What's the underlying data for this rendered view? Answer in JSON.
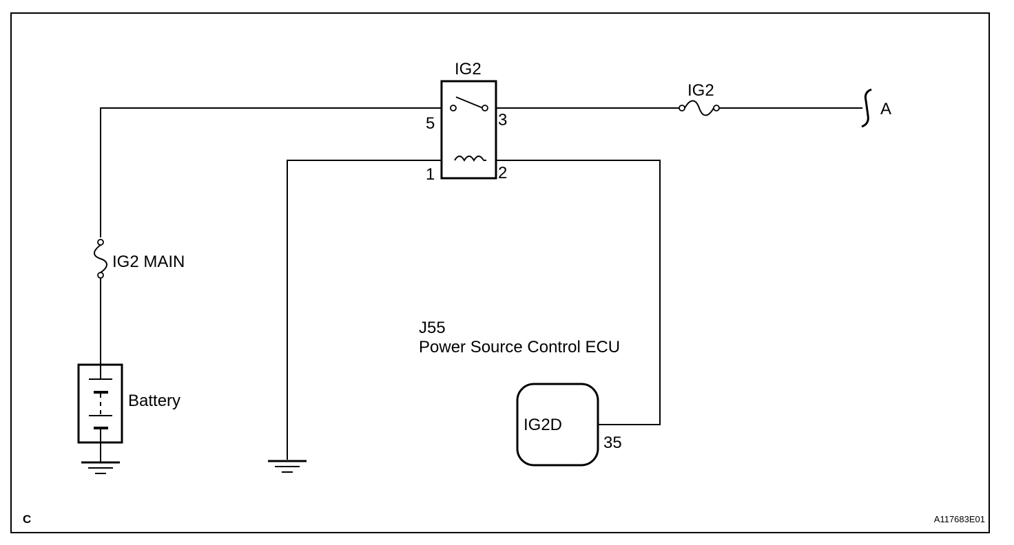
{
  "relay": {
    "title": "IG2",
    "pin5": "5",
    "pin3": "3",
    "pin1": "1",
    "pin2": "2"
  },
  "fuse_ig2": {
    "label": "IG2"
  },
  "connector_a": {
    "label": "A"
  },
  "fuse_main": {
    "label": "IG2 MAIN"
  },
  "battery": {
    "label": "Battery"
  },
  "ecu": {
    "code": "J55",
    "name": "Power Source Control ECU",
    "terminal_name": "IG2D",
    "terminal_pin": "35"
  },
  "footer": {
    "corner_letter": "C",
    "figure_code": "A117683E01"
  }
}
